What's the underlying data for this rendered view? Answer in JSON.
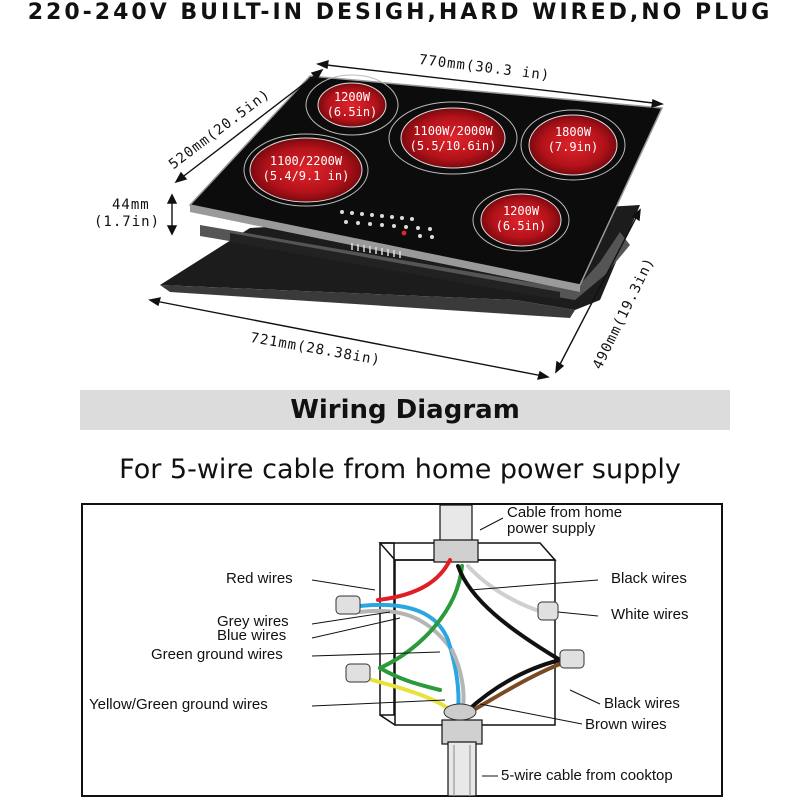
{
  "headline": "220-240V BUILT-IN DESIGH,HARD WIRED,NO PLUG",
  "dimensions": {
    "top_width": "770mm(30.3 in)",
    "top_depth": "520mm(20.5in)",
    "height_line1": "44mm",
    "height_line2": "(1.7in)",
    "cutout_width": "721mm(28.38in)",
    "cutout_depth": "490mm(19.3in)"
  },
  "burners": [
    {
      "power": "1200W",
      "size": "(6.5in)"
    },
    {
      "power": "1100/2200W",
      "size": "(5.4/9.1 in)"
    },
    {
      "power": "1100W/2000W",
      "size": "(5.5/10.6in)"
    },
    {
      "power": "1800W",
      "size": "(7.9in)"
    },
    {
      "power": "1200W",
      "size": "(6.5in)"
    }
  ],
  "wiring_title": "Wiring Diagram",
  "cable_subtitle": "For 5-wire cable from home power supply",
  "wire_labels": {
    "cable_from_home_line1": "Cable from home",
    "cable_from_home_line2": "power supply",
    "red": "Red wires",
    "grey": "Grey  wires",
    "blue": "Blue  wires",
    "green_ground": "Green ground wires",
    "yellow_green_ground": "Yellow/Green  ground wires",
    "black_top": "Black wires",
    "white": "White wires",
    "black_bottom": "Black wires",
    "brown": "Brown wires",
    "cable_from_cooktop": "5-wire cable from cooktop"
  },
  "colors": {
    "glass": "#0c0c0c",
    "burner_red": "#c8141b",
    "banner_gray": "#dcdcdc",
    "wire_red": "#e01e25",
    "wire_blue": "#2aa7e0",
    "wire_green": "#2a9a3a",
    "wire_yellow": "#e8e23a",
    "wire_brown": "#7a4a22",
    "wire_grey": "#b5b5b5"
  }
}
